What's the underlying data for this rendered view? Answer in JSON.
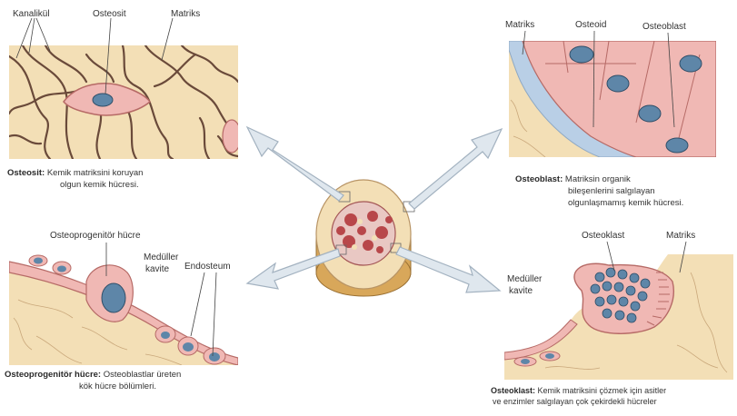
{
  "panels": {
    "osteosit": {
      "labels": {
        "kanalikul": "Kanalikül",
        "osteosit": "Osteosit",
        "matriks": "Matriks"
      },
      "caption_title": "Osteosit:",
      "caption_line1": "Kemik matriksini koruyan",
      "caption_line2": "olgun kemik hücresi."
    },
    "osteoblast": {
      "labels": {
        "matriks": "Matriks",
        "osteoid": "Osteoid",
        "osteoblast": "Osteoblast"
      },
      "caption_title": "Osteoblast:",
      "caption_line1": "Matriksin organik",
      "caption_line2": "bileşenlerini salgılayan",
      "caption_line3": "olgunlaşmamış kemik hücresi."
    },
    "osteoprogenitor": {
      "labels": {
        "osteoprogenitor_hucre": "Osteoprogenitör hücre",
        "medullar_line1": "Medüller",
        "medullar_line2": "kavite",
        "endosteum": "Endosteum"
      },
      "caption_title": "Osteoprogenitör hücre:",
      "caption_line1": "Osteoblastlar üreten",
      "caption_line2": "kök hücre bölümleri."
    },
    "osteoklast": {
      "labels": {
        "osteoklast": "Osteoklast",
        "matriks": "Matriks",
        "medullar_line1": "Medüller",
        "medullar_line2": "kavite"
      },
      "caption_title": "Osteoklast:",
      "caption_line1": "Kemik matriksini çözmek için asitler",
      "caption_line2": "ve enzimler salgılayan çok çekirdekli hücreler"
    }
  },
  "colors": {
    "matrix": "#f3dfb6",
    "matrix_line": "#c9a77a",
    "cell_pink": "#f0b8b4",
    "cell_outline": "#b66a66",
    "nucleus": "#5e86a8",
    "osteoid_blue": "#b9cfe6",
    "arrow_fill": "#dfe7ee",
    "arrow_stroke": "#a3b2c0",
    "marrow_red": "#b8474a"
  }
}
